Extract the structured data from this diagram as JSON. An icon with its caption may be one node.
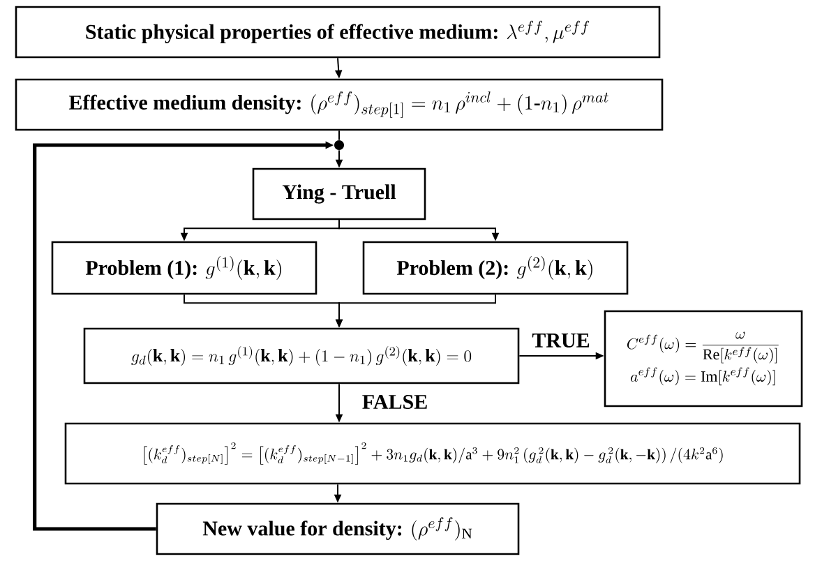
{
  "diagram": {
    "nodes": [
      {
        "text": [
          "Static physical properties of effective medium:",
          "\\lambda^{eff}, \\mu^{eff}"
        ]
      },
      {
        "text": [
          "Effective medium density:",
          "(\\rho^{eff})_{step[1]} = n_1\\,\\rho^{incl} + (1\\text{-}n_1)\\,\\rho^{mat}"
        ]
      },
      {
        "text": [],
        "shape": "circle"
      },
      {
        "text": [
          "Ying - Truell"
        ]
      },
      {
        "text": [
          "Problem (1):",
          "g^{(1)}(\\mathbf{k},\\mathbf{k})"
        ]
      },
      {
        "text": [
          "Problem (2):",
          "g^{(2)}(\\mathbf{k},\\mathbf{k})"
        ]
      },
      {
        "text": [
          "g_d(\\mathbf{k},\\mathbf{k}) = n_1\\,g^{(1)}(\\mathbf{k},\\mathbf{k}) + (1-n_1)\\,g^{(2)}(\\mathbf{k},\\mathbf{k}) = 0"
        ]
      },
      {
        "text": [
          "C^{eff}(\\omega) = \\frac{\\omega}{\\mathrm{Re}[k^{eff}(\\omega)]}",
          "a^{eff}(\\omega) = \\mathrm{Im}[k^{eff}(\\omega)]"
        ]
      },
      {
        "text": [
          "\\left[(k_d^{eff})_{step[N]}\\right]^2 = \\left[(k_d^{eff})_{step[N-1]}\\right]^2 + 3n_1 g_d(\\mathbf{k},\\mathbf{k})/\\mathrm{a}^3 + 9n_1^2\\left(g_d^{\\,2}(\\mathbf{k},\\mathbf{k}) - g_d^{\\,2}(\\mathbf{k},-\\mathbf{k})\\right)/(4k^2\\mathrm{a}^6)"
        ]
      },
      {
        "text": [
          "New value for density:",
          "(\\rho^{eff})_\\mathrm{N}"
        ]
      }
    ],
    "edges": [
      {
        "from": 0,
        "to": 1,
        "arrow": "to"
      },
      {
        "from": 1,
        "to": 2,
        "arrow": "none"
      },
      {
        "from": 2,
        "to": 3,
        "arrow": "to"
      },
      {
        "from": 3,
        "to": 4,
        "arrow": "to"
      },
      {
        "from": 3,
        "to": 5,
        "arrow": "to"
      },
      {
        "from": 4,
        "to": 6,
        "arrow": "to"
      },
      {
        "from": 5,
        "to": 6,
        "arrow": "to"
      },
      {
        "from": 6,
        "to": 7,
        "arrow": "to",
        "label": "TRUE"
      },
      {
        "from": 6,
        "to": 8,
        "arrow": "to",
        "label": "FALSE"
      },
      {
        "from": 8,
        "to": 9,
        "arrow": "to"
      },
      {
        "from": 9,
        "to": 2,
        "arrow": "to",
        "style": "thick"
      }
    ]
  }
}
